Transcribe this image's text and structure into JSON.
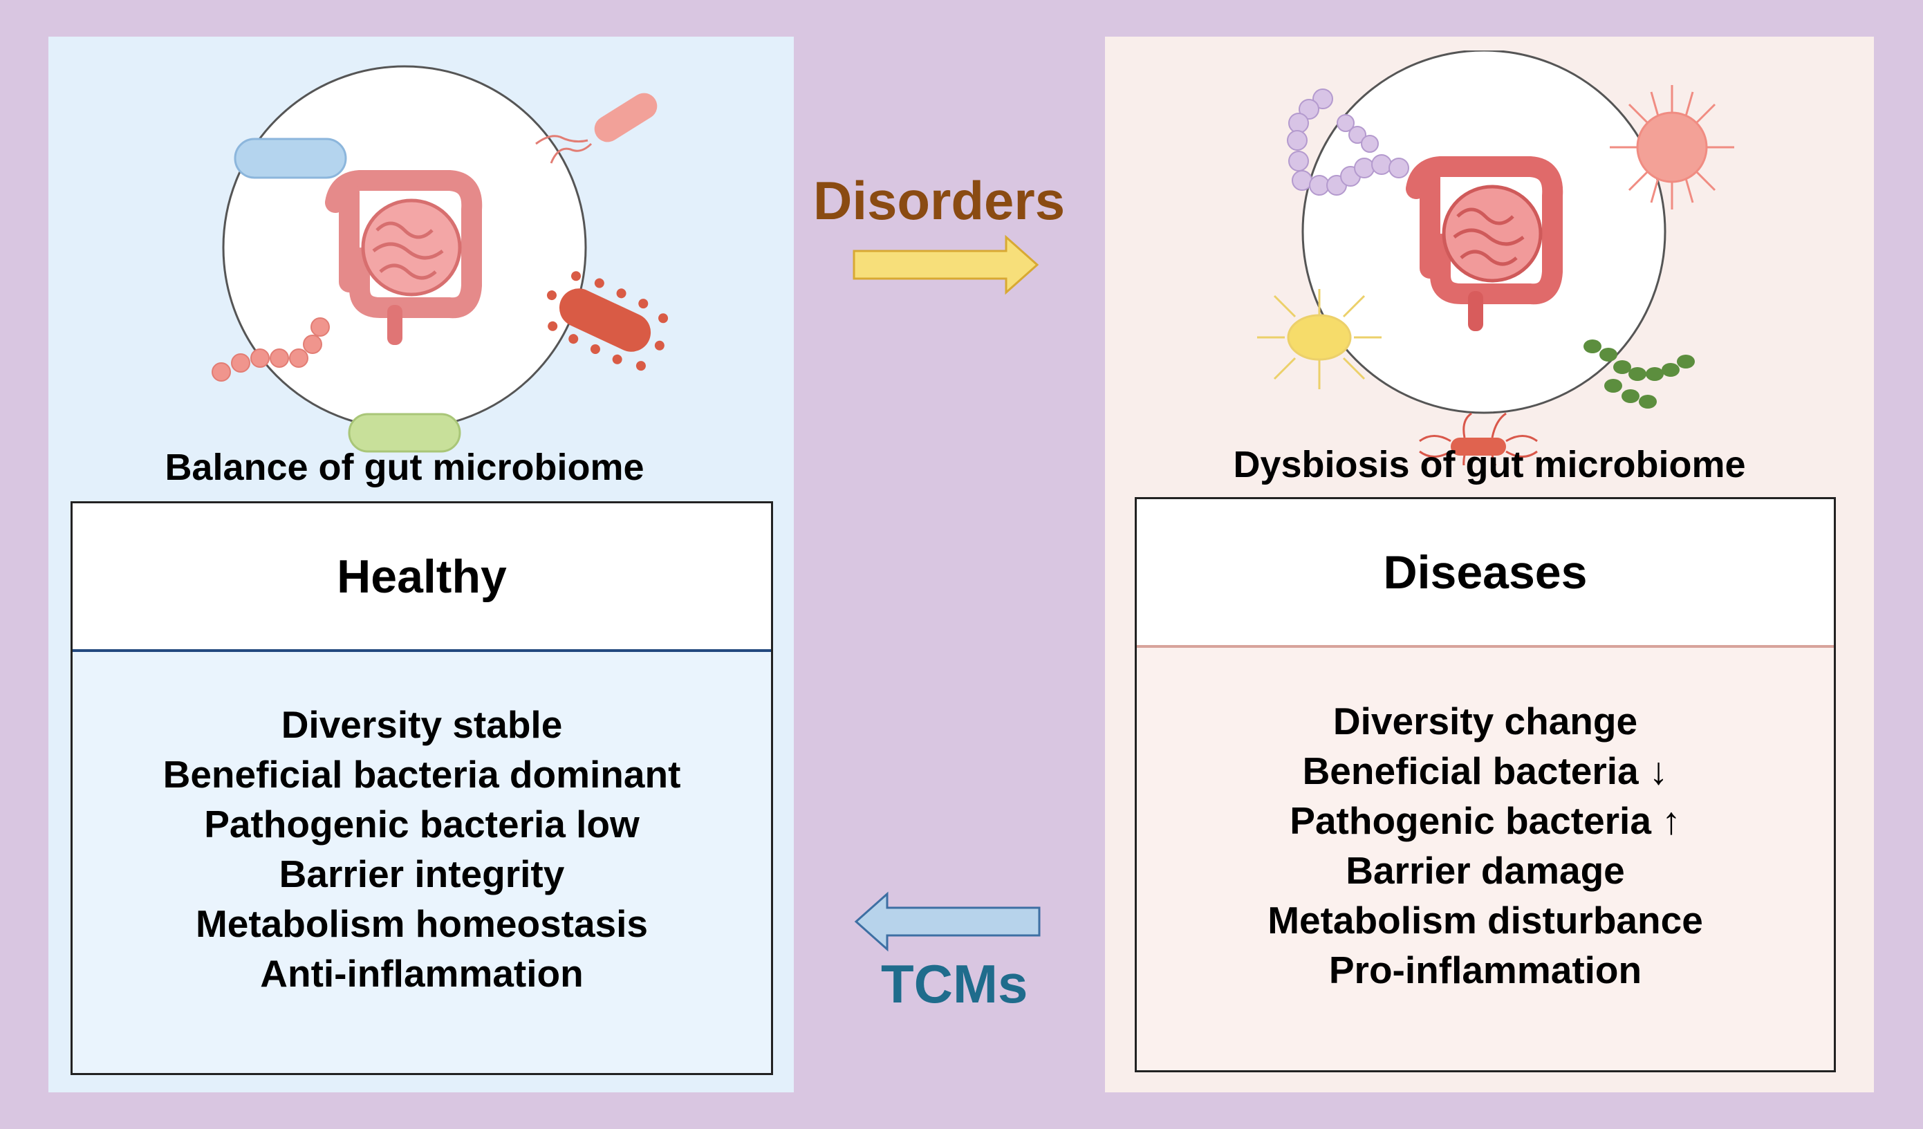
{
  "colors": {
    "background": "#d9c6e1",
    "healthy_panel": "#e3f0fb",
    "disease_panel": "#f9eeeb",
    "disorders_text": "#8a4b12",
    "tcms_text": "#1f6c8c",
    "disorders_arrow": "#f7df7a",
    "tcms_arrow": "#b7d3eb"
  },
  "icons": [
    "intestine-icon",
    "bacterium-icon",
    "virus-icon",
    "cocci-chain-icon"
  ],
  "healthy": {
    "caption": "Balance of gut microbiome",
    "title": "Healthy",
    "items": [
      "Diversity stable",
      "Beneficial bacteria dominant",
      "Pathogenic bacteria low",
      "Barrier integrity",
      "Metabolism homeostasis",
      "Anti-inflammation"
    ]
  },
  "disease": {
    "caption": "Dysbiosis of gut microbiome",
    "title": "Diseases",
    "items": [
      "Diversity change",
      "Beneficial bacteria ↓",
      "Pathogenic bacteria ↑",
      "Barrier damage",
      "Metabolism disturbance",
      "Pro-inflammation"
    ]
  },
  "arrows": {
    "forward_label": "Disorders",
    "backward_label": "TCMs"
  }
}
